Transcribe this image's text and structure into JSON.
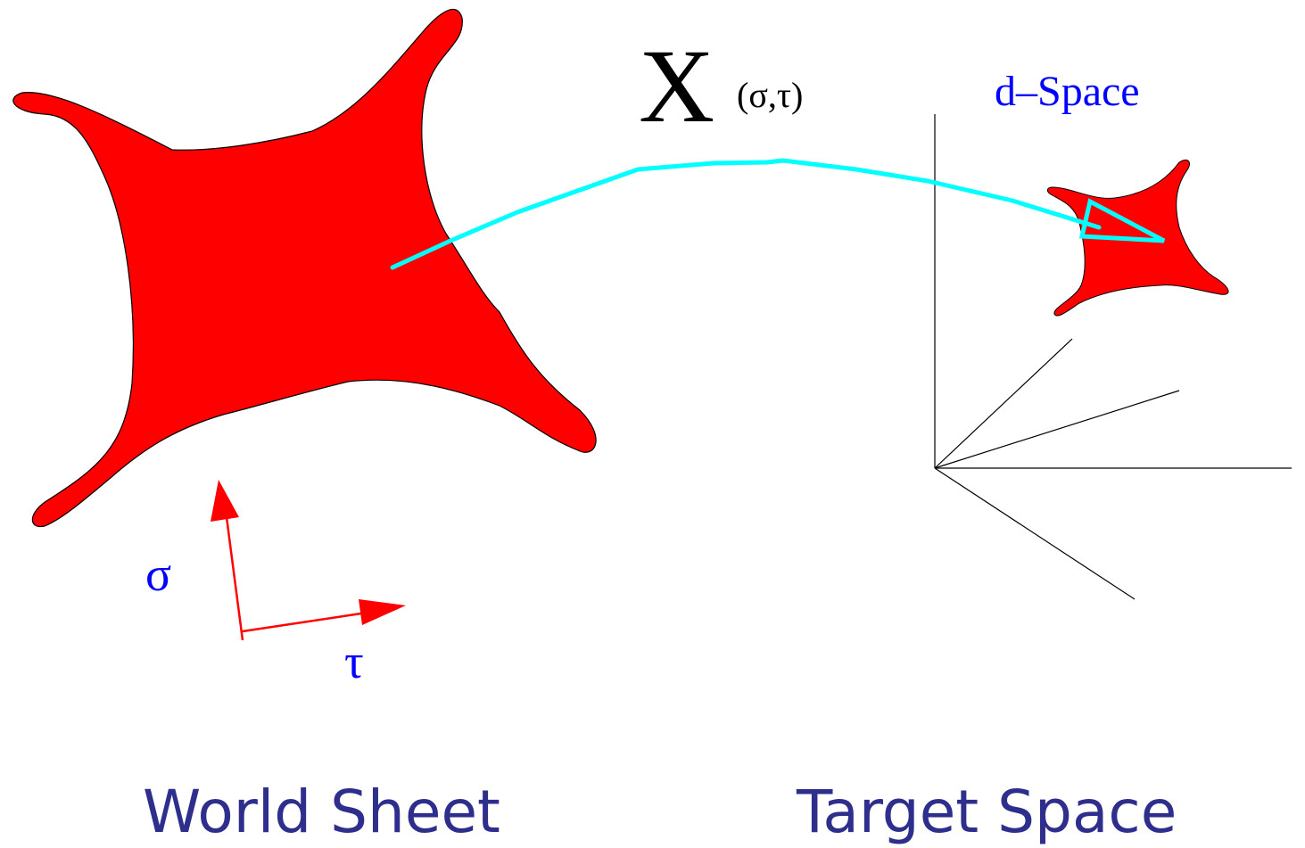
{
  "diagram": {
    "map": {
      "symbol": "X",
      "arguments": "(σ,τ)"
    },
    "target_label": "d–Space",
    "axes": {
      "sigma": "σ",
      "tau": "τ"
    },
    "captions": {
      "left": "World Sheet",
      "right": "Target Space"
    },
    "colors": {
      "sheet_fill": "#ff0000",
      "arrow_map": "#00ffff",
      "parameter_axes": "#ff0000",
      "greek_labels": "#0000ff",
      "d_space_label": "#0000ff",
      "captions": "#2e2e8c",
      "axis_lines": "#000000"
    }
  }
}
